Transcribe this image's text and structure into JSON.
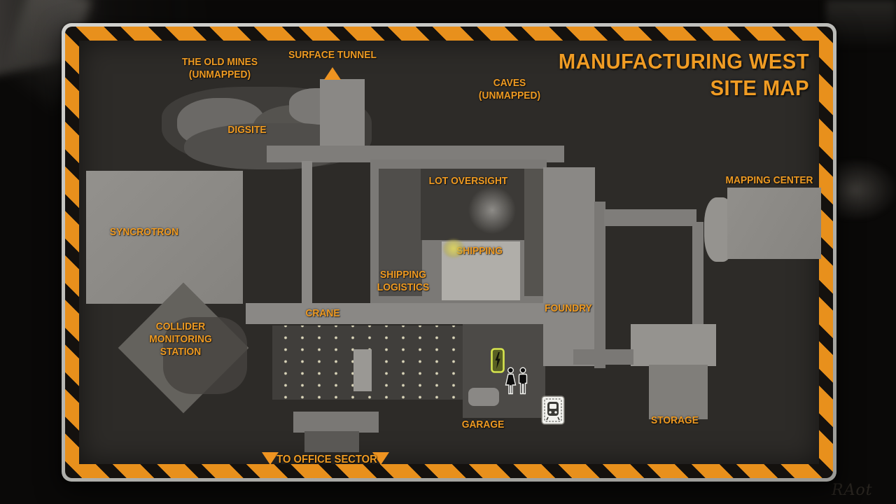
{
  "title": {
    "line1": "MANUFACTURING WEST",
    "line2": "SITE MAP"
  },
  "locations": {
    "old_mines": {
      "line1": "THE OLD MINES",
      "line2": "(UNMAPPED)"
    },
    "surface_tunnel": {
      "text": "SURFACE TUNNEL"
    },
    "caves": {
      "line1": "CAVES",
      "line2": "(UNMAPPED)"
    },
    "digsite": {
      "text": "DIGSITE"
    },
    "syncrotron": {
      "text": "SYNCROTRON"
    },
    "lot_oversight": {
      "text": "LOT OVERSIGHT"
    },
    "mapping_center": {
      "text": "MAPPING CENTER"
    },
    "shipping": {
      "text": "SHIPPING"
    },
    "shipping_logistics": {
      "line1": "SHIPPING",
      "line2": "LOGISTICS"
    },
    "crane": {
      "text": "CRANE"
    },
    "foundry": {
      "text": "FOUNDRY"
    },
    "collider_monitoring_station": {
      "line1": "COLLIDER",
      "line2": "MONITORING",
      "line3": "STATION"
    },
    "garage": {
      "text": "GARAGE"
    },
    "storage": {
      "text": "STORAGE"
    },
    "to_office_sector": {
      "text": "TO OFFICE SECTOR"
    }
  },
  "markers": {
    "charging_station": "lightning-battery-marker",
    "player_female": "female-figure-marker",
    "player_male": "male-figure-marker",
    "tram_station": "tram-card-marker"
  },
  "colors": {
    "label_orange": "#ee9a22",
    "hazard_orange": "#e8901c",
    "marker_green": "#d6e44e",
    "map_background": "#2d2b28"
  },
  "watermark": "RAot"
}
